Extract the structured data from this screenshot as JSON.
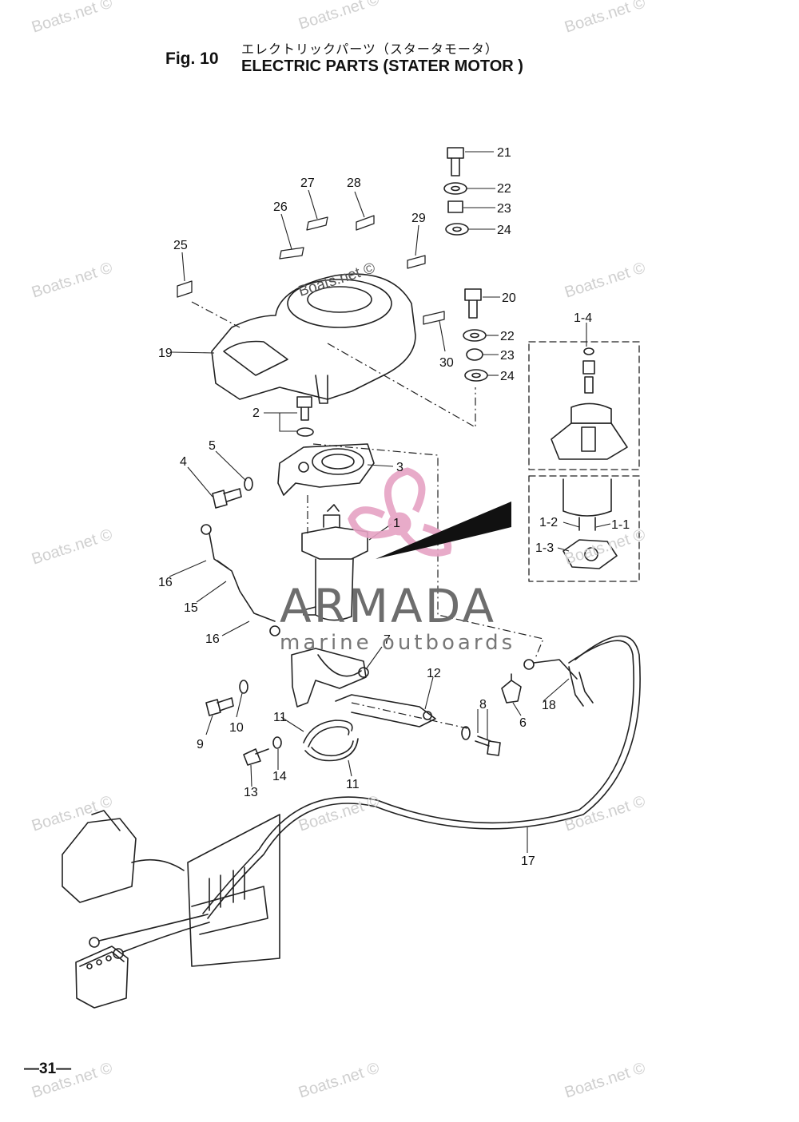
{
  "header": {
    "fig_number": "Fig. 10",
    "title_jp": "エレクトリックパーツ（スタータモータ）",
    "title_en": "ELECTRIC PARTS (STATER MOTOR )"
  },
  "page_number": "—31—",
  "watermarks": {
    "site_text": "Boats.net ©",
    "brand_name": "ARMADA",
    "brand_tagline": "marine outboards",
    "brand_color": "#e6a3c4"
  },
  "callouts": {
    "c1": "1",
    "c2": "2",
    "c3": "3",
    "c4": "4",
    "c5": "5",
    "c6": "6",
    "c7": "7",
    "c8": "8",
    "c9": "9",
    "c10": "10",
    "c11a": "11",
    "c11b": "11",
    "c12": "12",
    "c13": "13",
    "c14": "14",
    "c15": "15",
    "c16a": "16",
    "c16b": "16",
    "c17": "17",
    "c18": "18",
    "c19": "19",
    "c20": "20",
    "c21": "21",
    "c22a": "22",
    "c22b": "22",
    "c23a": "23",
    "c23b": "23",
    "c24a": "24",
    "c24b": "24",
    "c25": "25",
    "c26": "26",
    "c27": "27",
    "c28": "28",
    "c29": "29",
    "c30": "30",
    "c1_1": "1-1",
    "c1_2": "1-2",
    "c1_3": "1-3",
    "c1_4": "1-4"
  }
}
